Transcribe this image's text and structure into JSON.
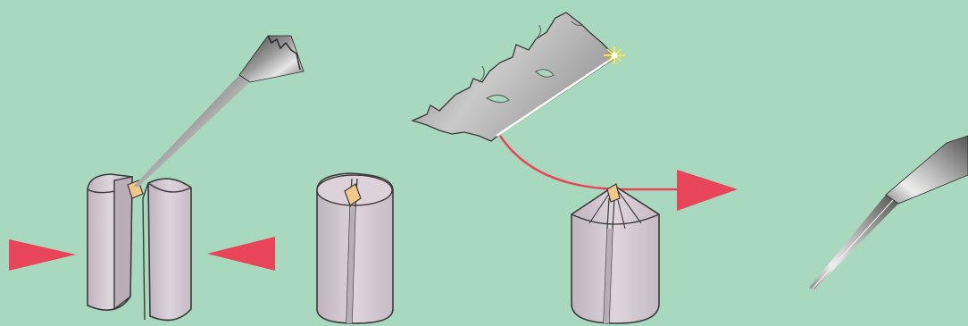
{
  "figure": {
    "background_color": "#a8d8be",
    "cylinder_color": "#d6cbd3",
    "cylinder_shadow_color": "#b9adb8",
    "outline_color": "#3a3a3a",
    "arrow_color": "#e8455a",
    "sample_color": "#f2c78a",
    "spark_color": "#ffe640",
    "steps": [
      {
        "name": "step-1-split-cylinder",
        "icons": [
          "tweezers-icon",
          "split-cylinder-icon",
          "sample-chip-icon",
          "press-arrow-left-icon",
          "press-arrow-right-icon"
        ]
      },
      {
        "name": "step-2-clamped-cylinder",
        "icons": [
          "closed-cylinder-icon",
          "sample-chip-icon"
        ]
      },
      {
        "name": "step-3-blade-trim",
        "icons": [
          "razor-blade-icon",
          "spark-icon",
          "transfer-arrow-icon",
          "pointed-cylinder-icon"
        ]
      },
      {
        "name": "step-4-tweezers",
        "icons": [
          "tweezers-icon"
        ]
      }
    ]
  }
}
